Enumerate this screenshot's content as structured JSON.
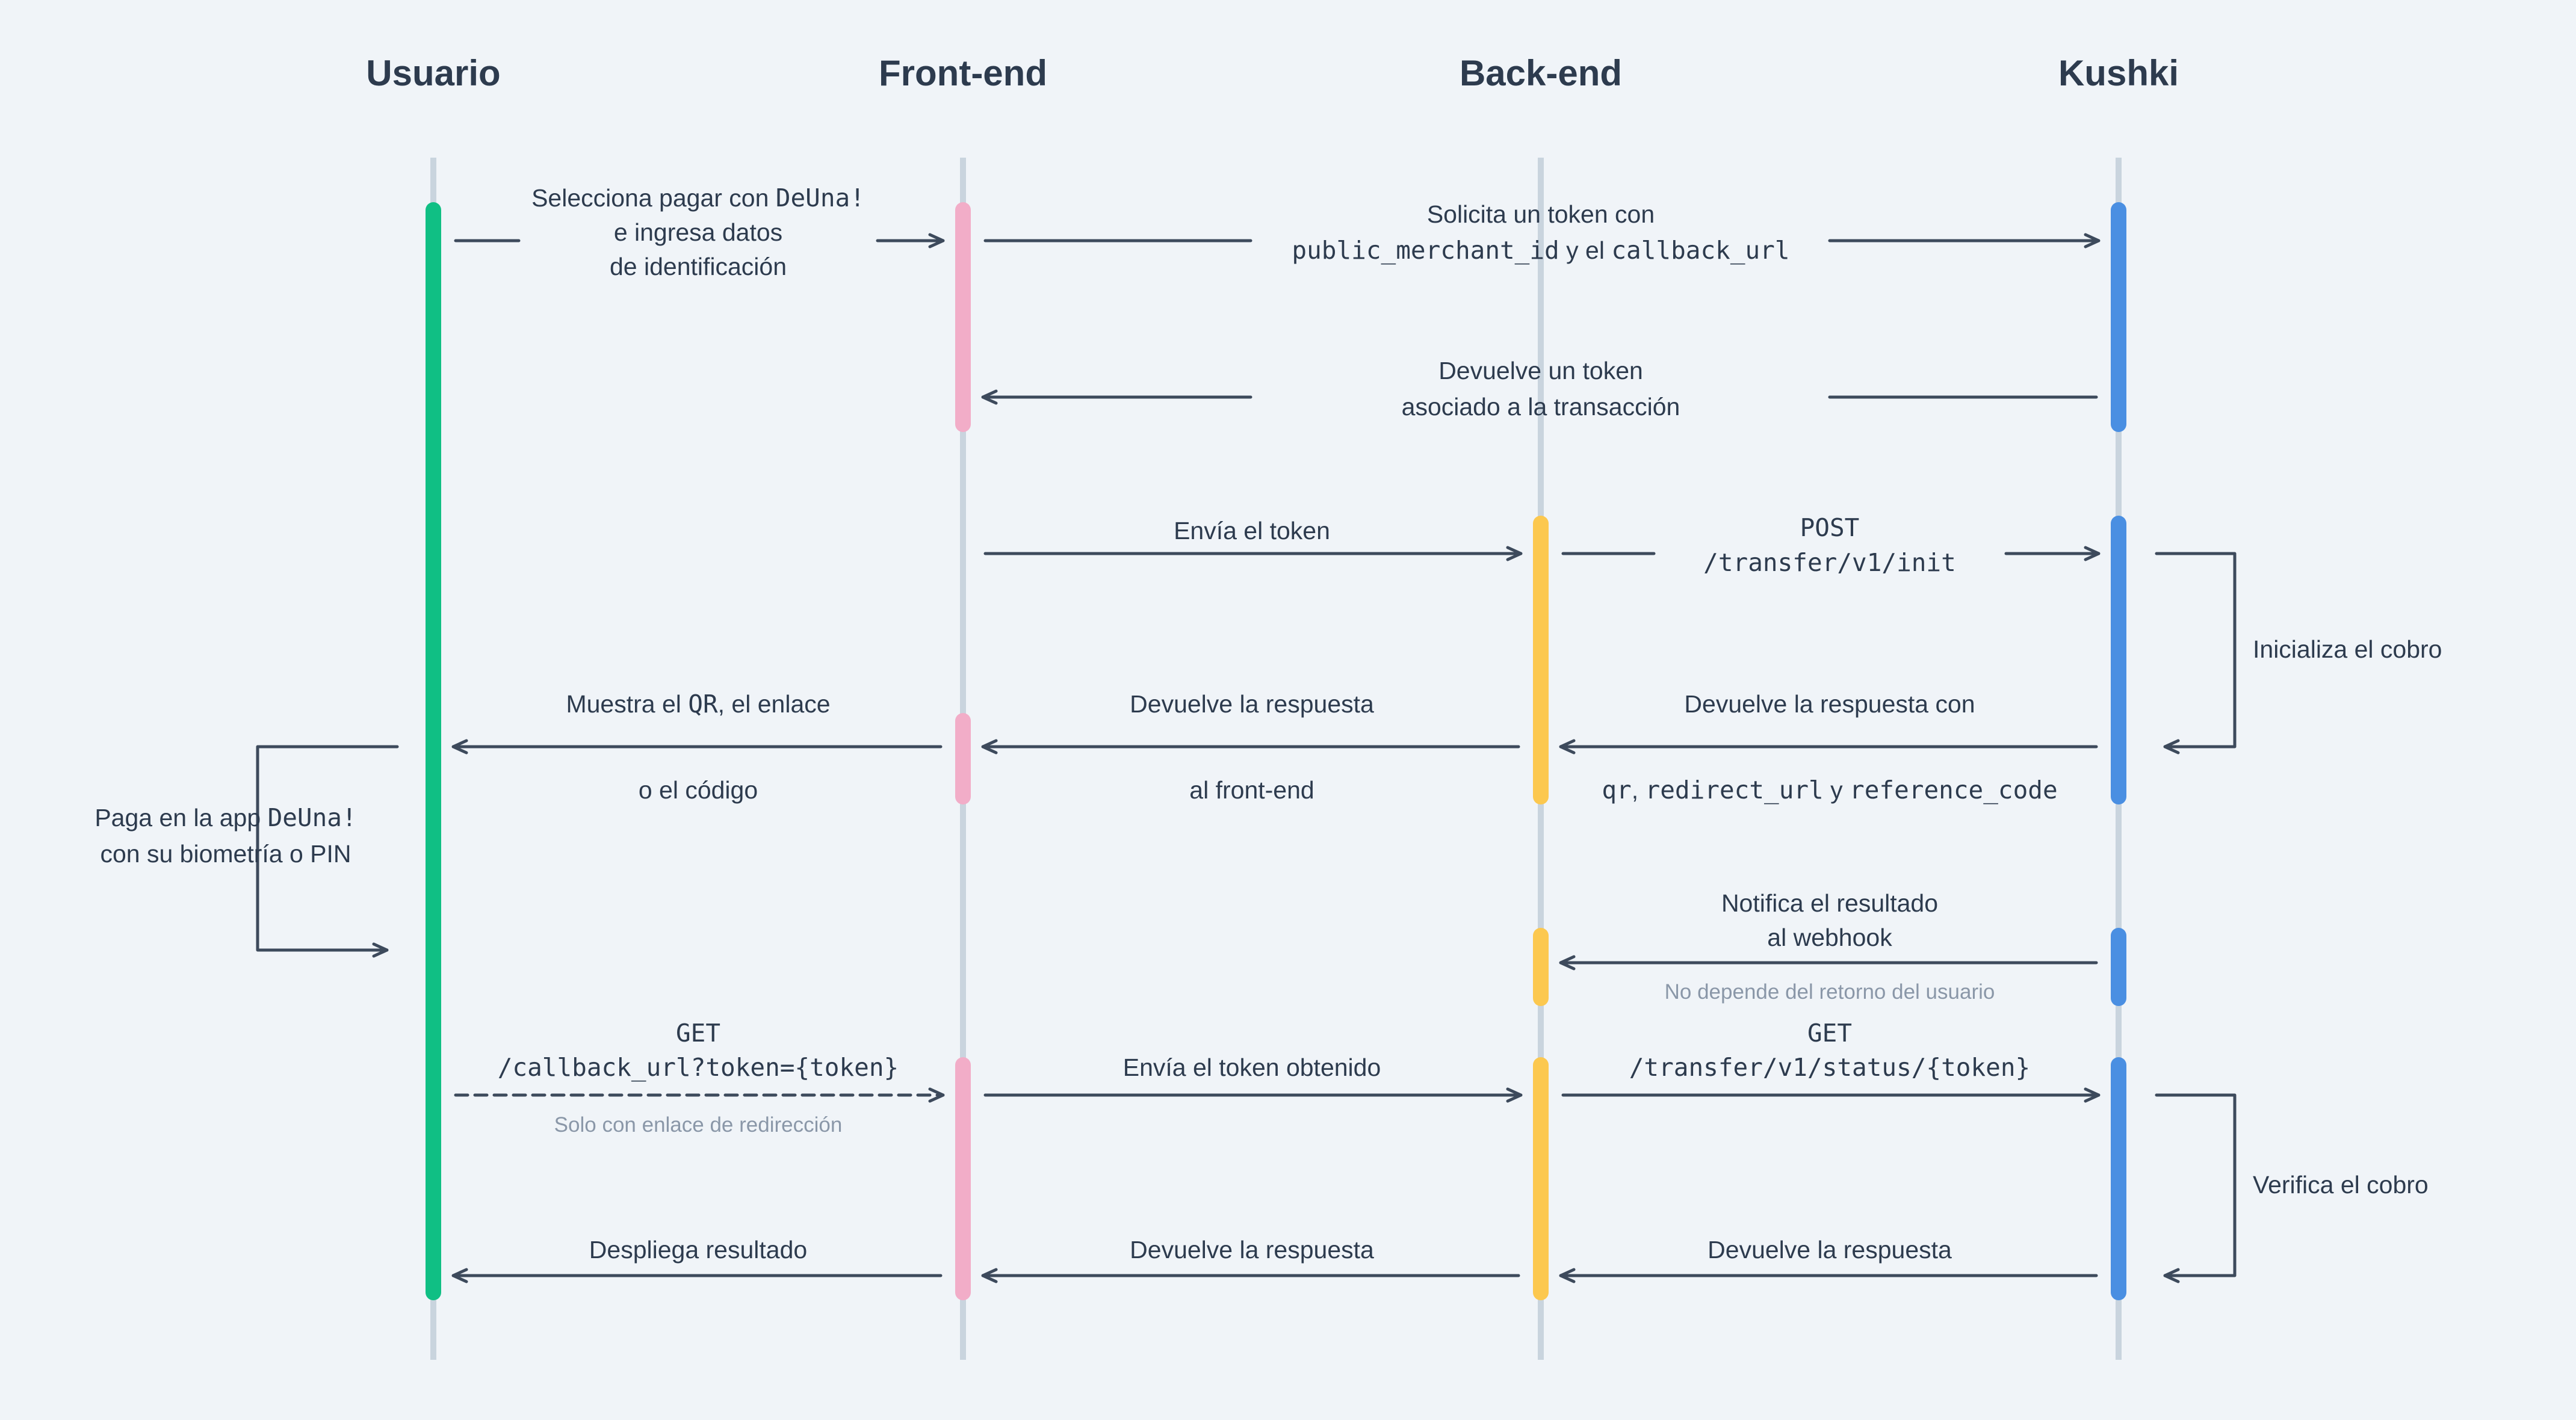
{
  "colors": {
    "background": "#f0f4f8",
    "lifeline": "#c9d4de",
    "arrow": "#3d4a5c",
    "text": "#2d3b4e",
    "note": "#8a97a8",
    "usuario": "#10bf84",
    "frontend": "#f2adc8",
    "backend": "#fcc84f",
    "kushki": "#4a8fe2"
  },
  "participants": [
    {
      "id": "usuario",
      "label": "Usuario"
    },
    {
      "id": "frontend",
      "label": "Front-end"
    },
    {
      "id": "backend",
      "label": "Back-end"
    },
    {
      "id": "kushki",
      "label": "Kushki"
    }
  ],
  "messages": [
    {
      "id": "m1",
      "lines": [
        [
          {
            "t": "Selecciona pagar con "
          },
          {
            "t": "DeUna!",
            "mono": true
          }
        ],
        [
          {
            "t": "e ingresa datos"
          }
        ],
        [
          {
            "t": "de identificación"
          }
        ]
      ]
    },
    {
      "id": "m2",
      "lines": [
        [
          {
            "t": "Solicita un token con"
          }
        ],
        [
          {
            "t": "public_merchant_id",
            "mono": true
          },
          {
            "t": " y el "
          },
          {
            "t": "callback_url",
            "mono": true
          }
        ]
      ]
    },
    {
      "id": "m3",
      "lines": [
        [
          {
            "t": "Devuelve un token"
          }
        ],
        [
          {
            "t": "asociado a la transacción"
          }
        ]
      ]
    },
    {
      "id": "m4",
      "lines": [
        [
          {
            "t": "Envía el token"
          }
        ]
      ]
    },
    {
      "id": "m5",
      "lines": [
        [
          {
            "t": "POST",
            "mono": true
          }
        ],
        [
          {
            "t": "/transfer/v1/init",
            "mono": true
          }
        ]
      ]
    },
    {
      "id": "m6",
      "lines": [
        [
          {
            "t": "Inicializa el cobro"
          }
        ]
      ]
    },
    {
      "id": "m7",
      "lines": [
        [
          {
            "t": "Devuelve la respuesta con"
          }
        ]
      ]
    },
    {
      "id": "m7b",
      "lines": [
        [
          {
            "t": "qr",
            "mono": true
          },
          {
            "t": ", "
          },
          {
            "t": "redirect_url",
            "mono": true
          },
          {
            "t": " y "
          },
          {
            "t": "reference_code",
            "mono": true
          }
        ]
      ]
    },
    {
      "id": "m8",
      "lines": [
        [
          {
            "t": "Devuelve la respuesta"
          }
        ]
      ]
    },
    {
      "id": "m8b",
      "lines": [
        [
          {
            "t": "al front-end"
          }
        ]
      ]
    },
    {
      "id": "m9",
      "lines": [
        [
          {
            "t": "Muestra el "
          },
          {
            "t": "QR",
            "mono": true
          },
          {
            "t": ", el enlace"
          }
        ]
      ]
    },
    {
      "id": "m9b",
      "lines": [
        [
          {
            "t": "o el código"
          }
        ]
      ]
    },
    {
      "id": "m10",
      "lines": [
        [
          {
            "t": "Paga en la app "
          },
          {
            "t": "DeUna!",
            "mono": true
          }
        ],
        [
          {
            "t": "con su biometría o PIN"
          }
        ]
      ]
    },
    {
      "id": "m11",
      "lines": [
        [
          {
            "t": "Notifica el resultado"
          }
        ],
        [
          {
            "t": "al webhook"
          }
        ]
      ]
    },
    {
      "id": "m11n",
      "lines": [
        [
          {
            "t": "No depende del retorno del usuario"
          }
        ]
      ]
    },
    {
      "id": "m12",
      "lines": [
        [
          {
            "t": "GET",
            "mono": true
          }
        ],
        [
          {
            "t": "/callback_url?token={token}",
            "mono": true
          }
        ]
      ]
    },
    {
      "id": "m12n",
      "lines": [
        [
          {
            "t": "Solo con enlace de redirección"
          }
        ]
      ]
    },
    {
      "id": "m13",
      "lines": [
        [
          {
            "t": "Envía el token obtenido"
          }
        ]
      ]
    },
    {
      "id": "m14",
      "lines": [
        [
          {
            "t": "GET",
            "mono": true
          }
        ],
        [
          {
            "t": "/transfer/v1/status/{token}",
            "mono": true
          }
        ]
      ]
    },
    {
      "id": "m15",
      "lines": [
        [
          {
            "t": "Verifica el cobro"
          }
        ]
      ]
    },
    {
      "id": "m16",
      "lines": [
        [
          {
            "t": "Despliega resultado"
          }
        ]
      ]
    },
    {
      "id": "m17",
      "lines": [
        [
          {
            "t": "Devuelve la respuesta"
          }
        ]
      ]
    },
    {
      "id": "m18",
      "lines": [
        [
          {
            "t": "Devuelve la respuesta"
          }
        ]
      ]
    }
  ]
}
